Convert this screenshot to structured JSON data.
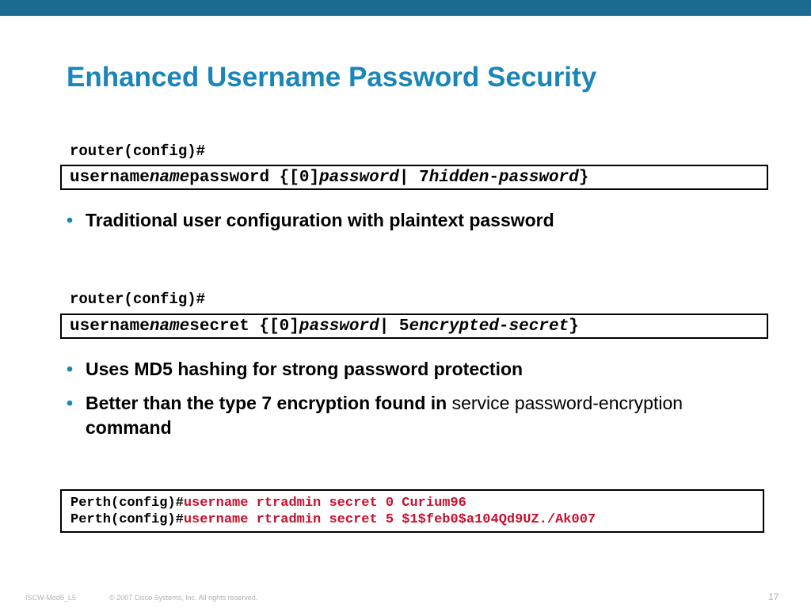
{
  "slide": {
    "title": "Enhanced Username Password Security"
  },
  "block1": {
    "prompt": "router(config)#",
    "syntax": [
      {
        "text": "username ",
        "italic": false
      },
      {
        "text": "name",
        "italic": true
      },
      {
        "text": " password {[0] ",
        "italic": false
      },
      {
        "text": "password",
        "italic": true
      },
      {
        "text": " | 7 ",
        "italic": false
      },
      {
        "text": "hidden-password",
        "italic": true
      },
      {
        "text": "}",
        "italic": false
      }
    ],
    "bullets": [
      {
        "bold": "Traditional user configuration with plaintext password"
      }
    ]
  },
  "block2": {
    "prompt": "router(config)#",
    "syntax": [
      {
        "text": "username ",
        "italic": false
      },
      {
        "text": "name",
        "italic": true
      },
      {
        "text": " secret {[0] ",
        "italic": false
      },
      {
        "text": "password",
        "italic": true
      },
      {
        "text": " | 5 ",
        "italic": false
      },
      {
        "text": "encrypted-secret",
        "italic": true
      },
      {
        "text": "}",
        "italic": false
      }
    ],
    "bullets": [
      {
        "bold": "Uses MD5 hashing for strong password protection"
      },
      {
        "bold": "Better than the type 7 encryption found in ",
        "plain": "service password-encryption",
        "bold_after": " command"
      }
    ]
  },
  "example": {
    "lines": [
      {
        "prompt": "Perth(config)#",
        "command": "username rtradmin secret 0 Curium96"
      },
      {
        "prompt": "Perth(config)#",
        "command": "username rtradmin secret 5 $1$feb0$a104Qd9UZ./Ak007"
      }
    ]
  },
  "footer": {
    "course_id": "ISCW-Mod5_L5",
    "copyright": "© 2007 Cisco Systems, Inc. All rights reserved.",
    "page_number": "17"
  },
  "colors": {
    "top_bar": "#1c6a8f",
    "title": "#1a85b8",
    "bullet": "#1a85b8",
    "command_highlight": "#c8102e"
  }
}
